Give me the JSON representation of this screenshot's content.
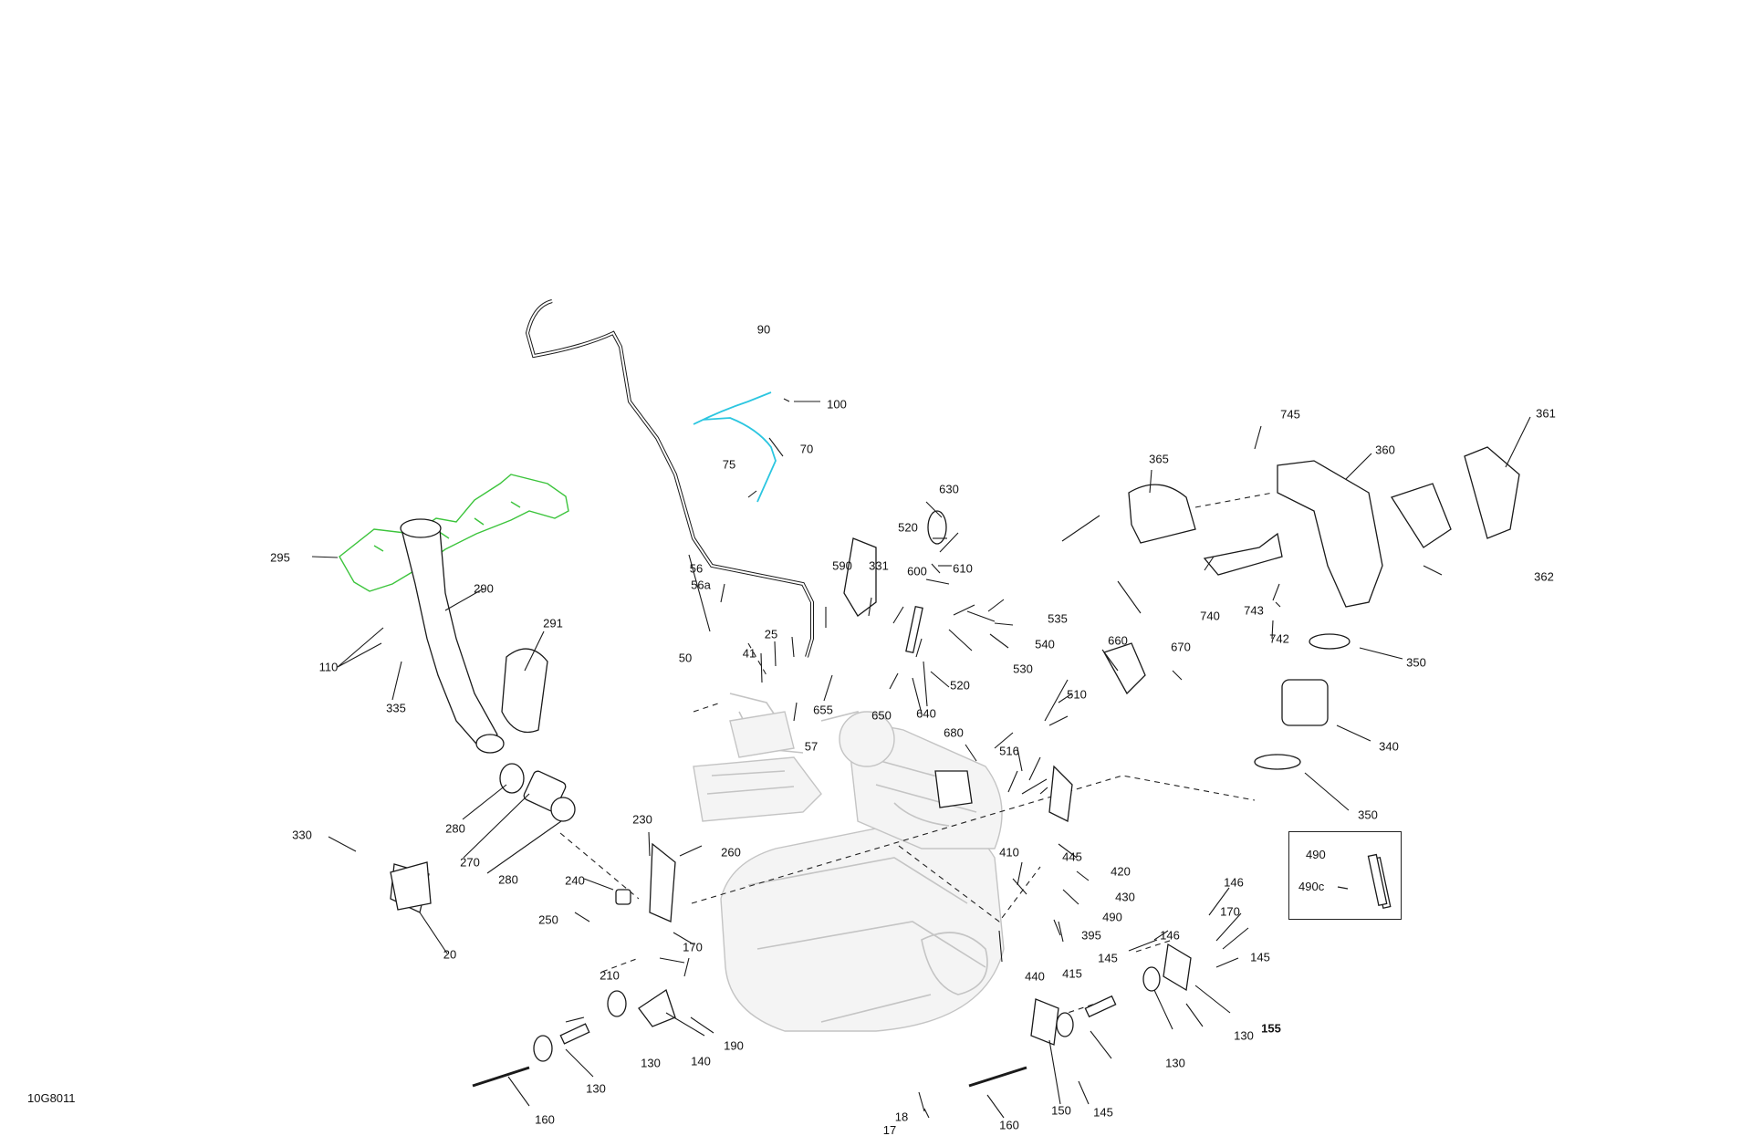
{
  "drawing_code": "10G8011",
  "detail_inset": {
    "title": "490",
    "item": "490c"
  },
  "callouts": [
    {
      "id": "c20",
      "text": "20"
    },
    {
      "id": "c17",
      "text": "17"
    },
    {
      "id": "c18",
      "text": "18"
    },
    {
      "id": "c25",
      "text": "25"
    },
    {
      "id": "c41",
      "text": "41"
    },
    {
      "id": "c50",
      "text": "50"
    },
    {
      "id": "c56",
      "text": "56"
    },
    {
      "id": "c56a",
      "text": "56a"
    },
    {
      "id": "c57",
      "text": "57"
    },
    {
      "id": "c70",
      "text": "70"
    },
    {
      "id": "c75",
      "text": "75"
    },
    {
      "id": "c90",
      "text": "90"
    },
    {
      "id": "c100",
      "text": "100"
    },
    {
      "id": "c110",
      "text": "110"
    },
    {
      "id": "c130a",
      "text": "130"
    },
    {
      "id": "c130b",
      "text": "130"
    },
    {
      "id": "c130c",
      "text": "130"
    },
    {
      "id": "c130d",
      "text": "130"
    },
    {
      "id": "c140",
      "text": "140"
    },
    {
      "id": "c145a",
      "text": "145"
    },
    {
      "id": "c145b",
      "text": "145"
    },
    {
      "id": "c145c",
      "text": "145"
    },
    {
      "id": "c146a",
      "text": "146"
    },
    {
      "id": "c146b",
      "text": "146"
    },
    {
      "id": "c150",
      "text": "150"
    },
    {
      "id": "c155",
      "text": "155"
    },
    {
      "id": "c160a",
      "text": "160"
    },
    {
      "id": "c160b",
      "text": "160"
    },
    {
      "id": "c170a",
      "text": "170"
    },
    {
      "id": "c170b",
      "text": "170"
    },
    {
      "id": "c190",
      "text": "190"
    },
    {
      "id": "c210",
      "text": "210"
    },
    {
      "id": "c230",
      "text": "230"
    },
    {
      "id": "c240",
      "text": "240"
    },
    {
      "id": "c250",
      "text": "250"
    },
    {
      "id": "c260",
      "text": "260"
    },
    {
      "id": "c270",
      "text": "270"
    },
    {
      "id": "c280a",
      "text": "280"
    },
    {
      "id": "c280b",
      "text": "280"
    },
    {
      "id": "c290",
      "text": "290"
    },
    {
      "id": "c291",
      "text": "291"
    },
    {
      "id": "c295",
      "text": "295"
    },
    {
      "id": "c330",
      "text": "330"
    },
    {
      "id": "c331",
      "text": "331"
    },
    {
      "id": "c335",
      "text": "335"
    },
    {
      "id": "c340",
      "text": "340"
    },
    {
      "id": "c350a",
      "text": "350"
    },
    {
      "id": "c350b",
      "text": "350"
    },
    {
      "id": "c360",
      "text": "360"
    },
    {
      "id": "c361",
      "text": "361"
    },
    {
      "id": "c362",
      "text": "362"
    },
    {
      "id": "c365",
      "text": "365"
    },
    {
      "id": "c395",
      "text": "395"
    },
    {
      "id": "c410",
      "text": "410"
    },
    {
      "id": "c415",
      "text": "415"
    },
    {
      "id": "c420",
      "text": "420"
    },
    {
      "id": "c430",
      "text": "430"
    },
    {
      "id": "c440",
      "text": "440"
    },
    {
      "id": "c445",
      "text": "445"
    },
    {
      "id": "c490",
      "text": "490"
    },
    {
      "id": "c510",
      "text": "510"
    },
    {
      "id": "c516",
      "text": "516"
    },
    {
      "id": "c520a",
      "text": "520"
    },
    {
      "id": "c520b",
      "text": "520"
    },
    {
      "id": "c530",
      "text": "530"
    },
    {
      "id": "c535",
      "text": "535"
    },
    {
      "id": "c540",
      "text": "540"
    },
    {
      "id": "c590",
      "text": "590"
    },
    {
      "id": "c600",
      "text": "600"
    },
    {
      "id": "c610",
      "text": "610"
    },
    {
      "id": "c630",
      "text": "630"
    },
    {
      "id": "c640",
      "text": "640"
    },
    {
      "id": "c650",
      "text": "650"
    },
    {
      "id": "c655",
      "text": "655"
    },
    {
      "id": "c660",
      "text": "660"
    },
    {
      "id": "c670",
      "text": "670"
    },
    {
      "id": "c680",
      "text": "680"
    },
    {
      "id": "c740",
      "text": "740"
    },
    {
      "id": "c742",
      "text": "742"
    },
    {
      "id": "c743",
      "text": "743"
    },
    {
      "id": "c745",
      "text": "745"
    }
  ],
  "colors": {
    "ink": "#1a1a1a",
    "highlight_green": "#3cc43c",
    "highlight_cyan": "#2cc6e0",
    "ghost": "#c4c4c4"
  }
}
